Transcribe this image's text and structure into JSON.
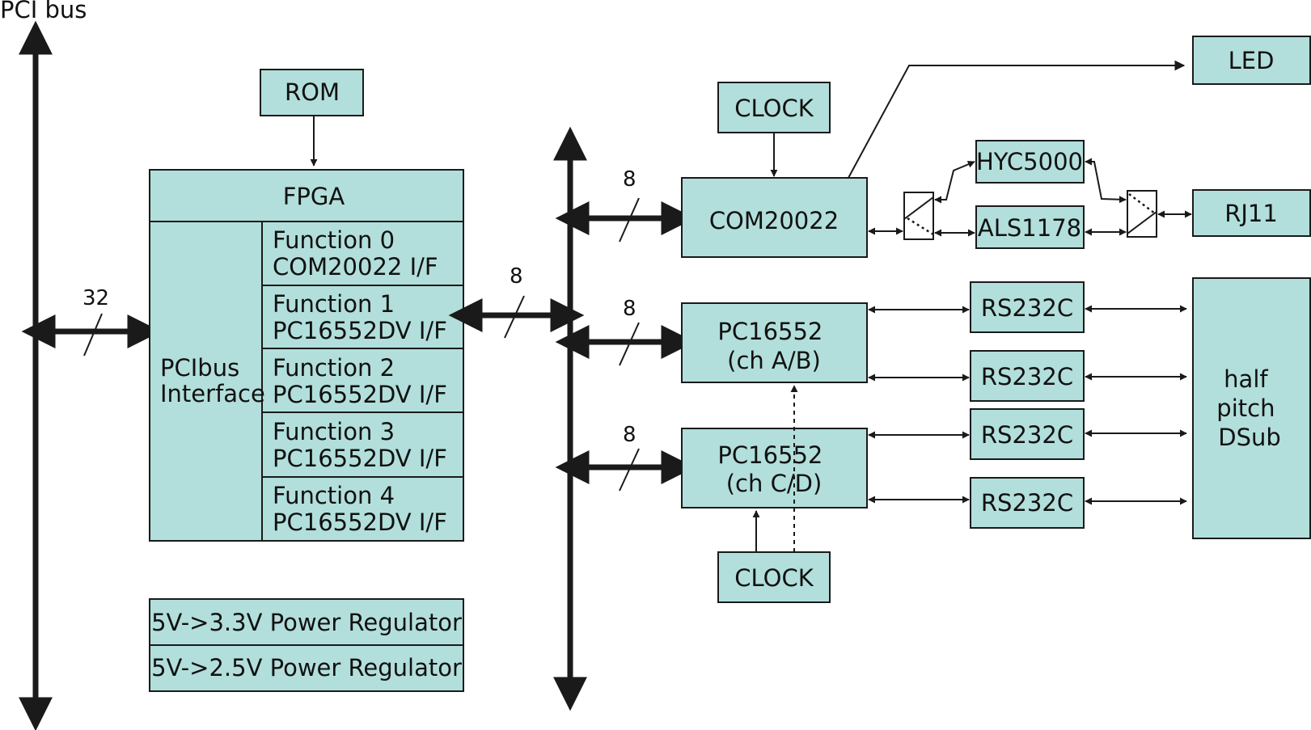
{
  "diagram": {
    "pci_bus_label": "PCI bus",
    "bus_width_pci": "32",
    "bus_width_local": "8",
    "bus_width_com": "8",
    "bus_width_uart_ab": "8",
    "bus_width_uart_cd": "8",
    "rom": "ROM",
    "fpga": "FPGA",
    "pcibus_interface": [
      "PCIbus",
      "Interface"
    ],
    "functions": [
      [
        "Function 0",
        "COM20022 I/F"
      ],
      [
        "Function 1",
        "PC16552DV I/F"
      ],
      [
        "Function 2",
        "PC16552DV I/F"
      ],
      [
        "Function 3",
        "PC16552DV I/F"
      ],
      [
        "Function 4",
        "PC16552DV I/F"
      ]
    ],
    "regulators": [
      "5V->3.3V Power Regulator",
      "5V->2.5V Power Regulator"
    ],
    "clock_top": "CLOCK",
    "clock_bottom": "CLOCK",
    "com20022": "COM20022",
    "led": "LED",
    "hyc5000": "HYC5000",
    "als1178": "ALS1178",
    "rj11": "RJ11",
    "uart_ab": [
      "PC16552",
      "(ch A/B)"
    ],
    "uart_cd": [
      "PC16552",
      "(ch C/D)"
    ],
    "rs232c": [
      "RS232C",
      "RS232C",
      "RS232C",
      "RS232C"
    ],
    "dsub": [
      "half",
      "pitch",
      "DSub"
    ]
  },
  "colors": {
    "box_fill": "#b2dfdb",
    "line": "#1a1a1a"
  }
}
